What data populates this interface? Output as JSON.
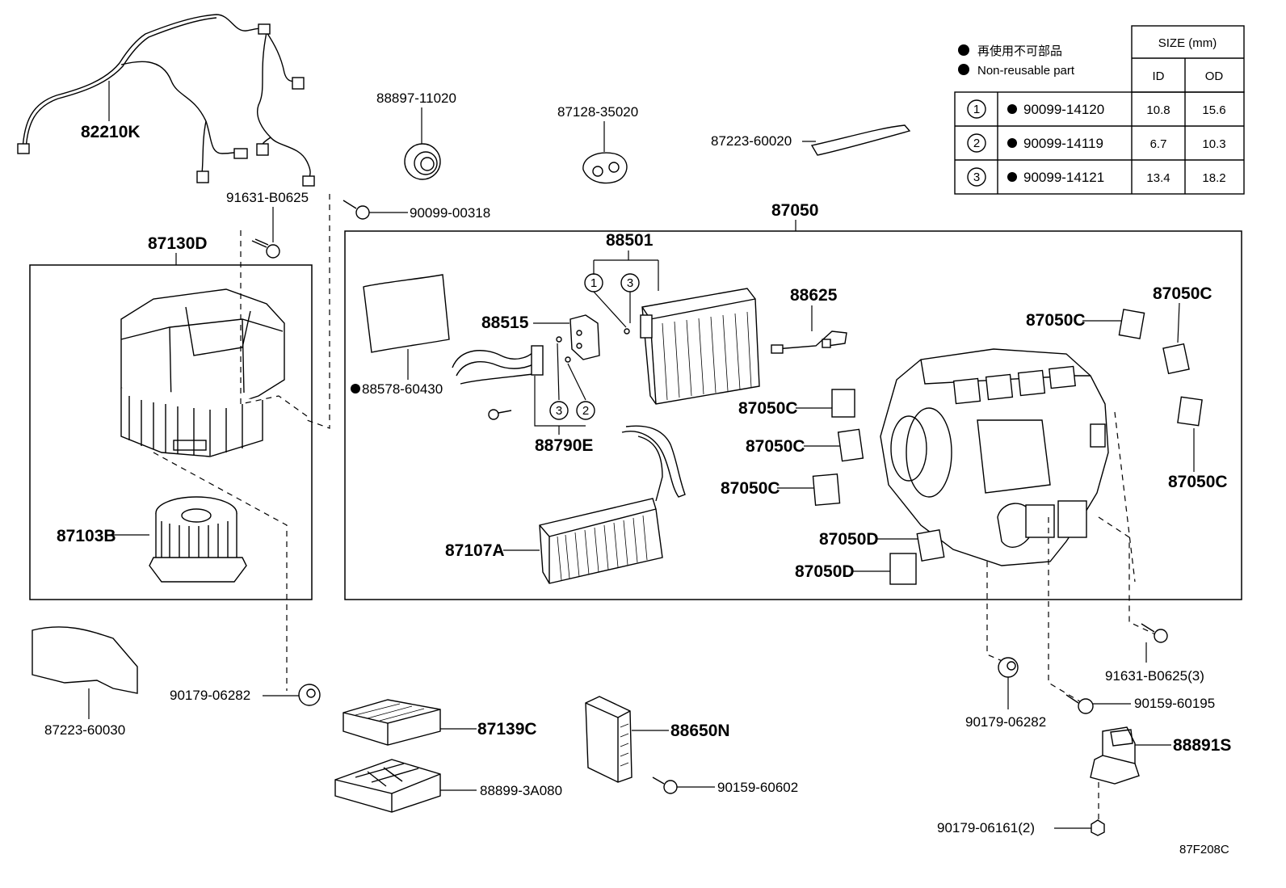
{
  "legend": {
    "line1": "再使用不可部品",
    "line2": "Non-reusable part",
    "size_header": "SIZE (mm)",
    "col_id": "ID",
    "col_od": "OD",
    "rows": [
      {
        "num": "1",
        "part": "90099-14120",
        "id": "10.8",
        "od": "15.6"
      },
      {
        "num": "2",
        "part": "90099-14119",
        "id": "6.7",
        "od": "10.3"
      },
      {
        "num": "3",
        "part": "90099-14121",
        "id": "13.4",
        "od": "18.2"
      }
    ]
  },
  "labels": {
    "p82210K": "82210K",
    "p91631_top": "91631-B0625",
    "p90099_00318": "90099-00318",
    "p88897": "88897-11020",
    "p87128": "87128-35020",
    "p87223_60020": "87223-60020",
    "p87050": "87050",
    "p87130D": "87130D",
    "p88501": "88501",
    "p88515": "88515",
    "p88625": "88625",
    "p87050C_1": "87050C",
    "p87050C_2": "87050C",
    "p87050C_3": "87050C",
    "p87050C_4": "87050C",
    "p87050C_5": "87050C",
    "p87050C_6": "87050C",
    "p88578": "88578-60430",
    "p88790E": "88790E",
    "p87103B": "87103B",
    "p87107A": "87107A",
    "p87050D_1": "87050D",
    "p87050D_2": "87050D",
    "p91631_bot": "91631-B0625(3)",
    "p90159_60195": "90159-60195",
    "p90179_left": "90179-06282",
    "p90179_right": "90179-06282",
    "p87223_60030": "87223-60030",
    "p87139C": "87139C",
    "p88650N": "88650N",
    "p88899": "88899-3A080",
    "p90159_60602": "90159-60602",
    "p88891S": "88891S",
    "p90179_06161": "90179-06161(2)",
    "diagram_id": "87F208C",
    "c1": "1",
    "c2": "2",
    "c3": "3"
  }
}
